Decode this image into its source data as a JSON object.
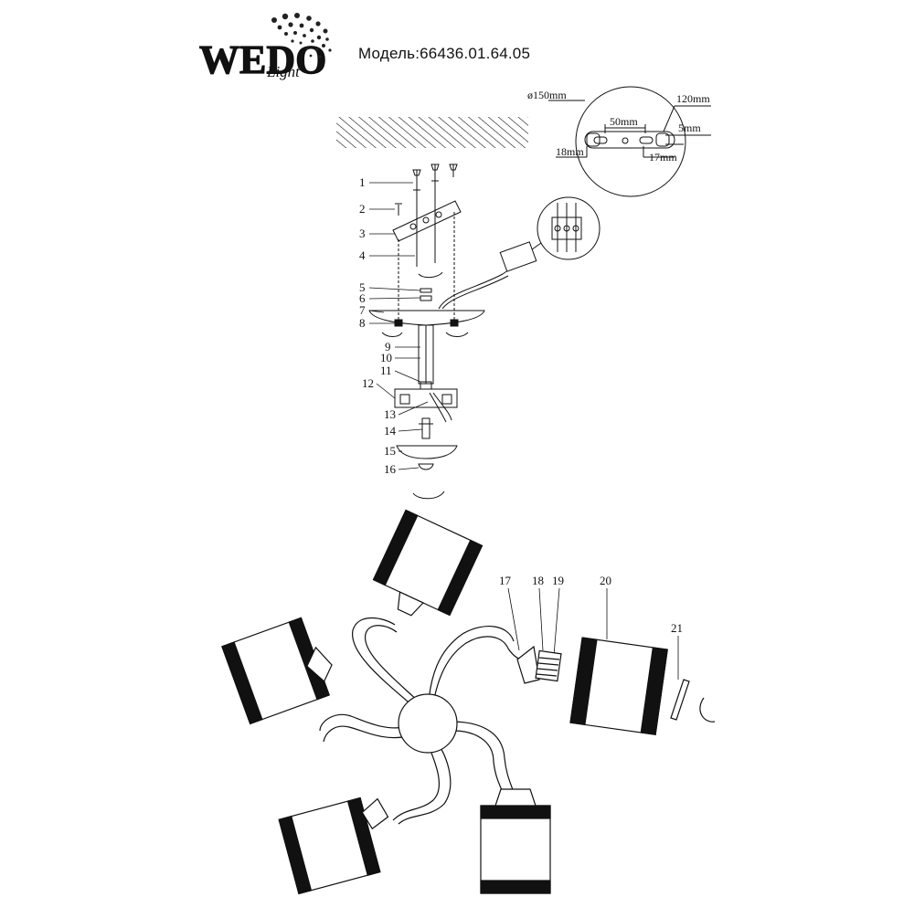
{
  "brand": {
    "logo_text": "WEDO",
    "logo_script": "Light"
  },
  "header": {
    "model_label": "Модель:66436.01.64.05"
  },
  "detail_dimensions": {
    "diameter": "ø150mm",
    "length": "120mm",
    "hole_spacing": "50mm",
    "thickness": "5mm",
    "left_offset": "18mm",
    "right_offset": "17mm"
  },
  "part_labels": [
    "1",
    "2",
    "3",
    "4",
    "5",
    "6",
    "7",
    "8",
    "9",
    "10",
    "11",
    "12",
    "13",
    "14",
    "15",
    "16",
    "17",
    "18",
    "19",
    "20",
    "21"
  ],
  "colors": {
    "line": "#111111",
    "background": "#ffffff"
  }
}
